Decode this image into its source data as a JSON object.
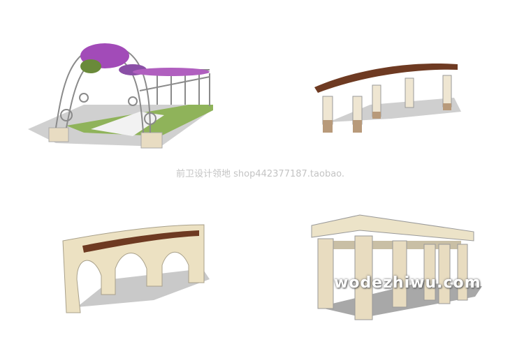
{
  "watermarks": {
    "center": "前卫设计领地 shop442377187.taobao.",
    "corner": "wodezhiwu.com"
  },
  "models": [
    {
      "name": "flower-arch-pergola",
      "colors": {
        "metal": "#9a9a9a",
        "flowers": "#a24bb8",
        "grass": "#8fb35a",
        "base": "#e8dcc2"
      }
    },
    {
      "name": "curved-wooden-pergola",
      "colors": {
        "beam": "#6e3a22",
        "column": "#efe6d2",
        "base": "#b89a7a"
      }
    },
    {
      "name": "arched-wall-pergola",
      "colors": {
        "wall": "#ece1c2",
        "beam": "#6e3a22"
      }
    },
    {
      "name": "stone-column-pavilion",
      "colors": {
        "stone": "#e8dcc0",
        "shadow": "#9c9c9c"
      }
    }
  ]
}
